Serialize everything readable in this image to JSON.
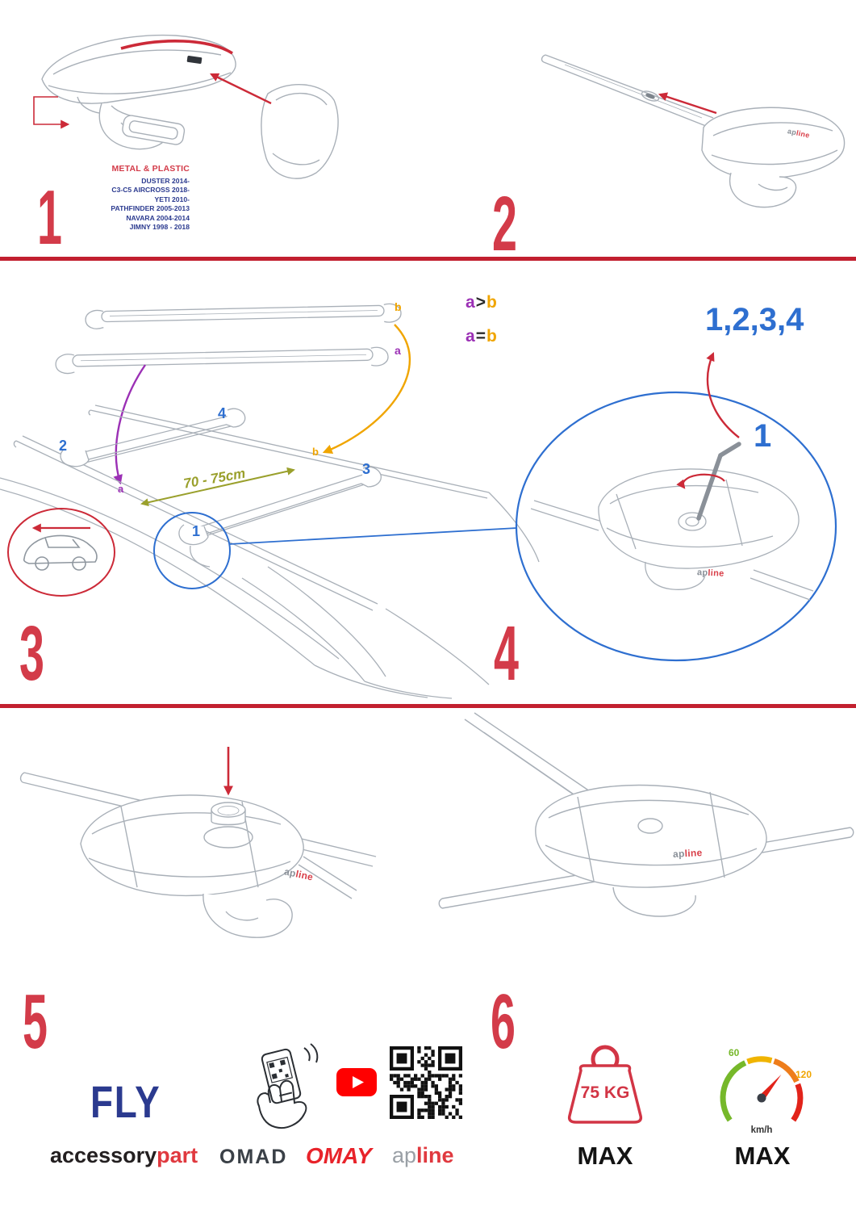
{
  "step1": {
    "number": "1",
    "material_label": "METAL & PLASTIC",
    "models": [
      "DUSTER 2014-",
      "C3-C5 AIRCROSS 2018-",
      "YETI 2010-",
      "PATHFINDER 2005-2013",
      "NAVARA 2004-2014",
      "JIMNY 1998 - 2018"
    ]
  },
  "step2": {
    "number": "2"
  },
  "step3": {
    "number": "3",
    "label_a": "a",
    "label_b": "b",
    "rule1": {
      "left": "a",
      "op": ">",
      "right": "b"
    },
    "rule2": {
      "left": "a",
      "op": "=",
      "right": "b"
    },
    "distance": "70 - 75cm",
    "pos1": "1",
    "pos2": "2",
    "pos3": "3",
    "pos4": "4"
  },
  "step4": {
    "number": "4",
    "order_sequence": "1,2,3,4",
    "first_step": "1"
  },
  "step5": {
    "number": "5"
  },
  "step6": {
    "number": "6"
  },
  "part_logo": {
    "gray": "ap",
    "red": "line"
  },
  "footer": {
    "product": "FLY",
    "brand1_black": "accessory",
    "brand1_red": "part",
    "brand2": "OMAD",
    "brand3": "OMAY",
    "brand4_gray": "ap",
    "brand4_red": "line",
    "weight_value": "75 KG",
    "weight_max": "MAX",
    "speed_low": "60",
    "speed_high": "120",
    "speed_unit": "km/h",
    "speed_max": "MAX"
  }
}
